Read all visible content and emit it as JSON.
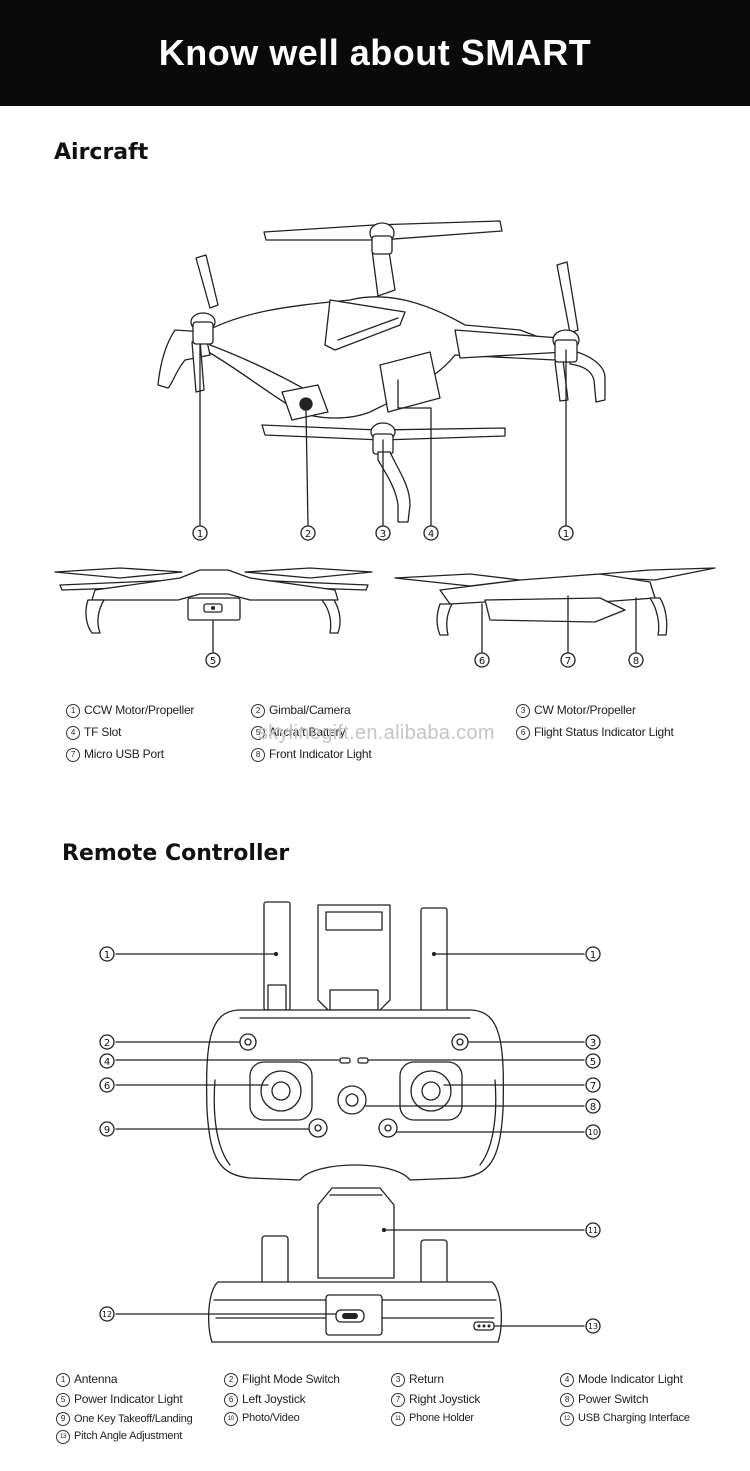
{
  "header": {
    "title": "Know well about SMART"
  },
  "aircraft": {
    "title": "Aircraft",
    "callouts": {
      "c1a": "1",
      "c2": "2",
      "c3": "3",
      "c4": "4",
      "c1b": "1",
      "c5": "5",
      "c6": "6",
      "c7": "7",
      "c8": "8"
    },
    "legend": [
      {
        "num": "1",
        "label": "CCW Motor/Propeller"
      },
      {
        "num": "2",
        "label": "Gimbal/Camera"
      },
      {
        "num": "3",
        "label": "CW Motor/Propeller"
      },
      {
        "num": "4",
        "label": "TF Slot"
      },
      {
        "num": "5",
        "label": "Aircraft Battery"
      },
      {
        "num": "6",
        "label": "Flight Status Indicator Light"
      },
      {
        "num": "7",
        "label": "Micro USB Port"
      },
      {
        "num": "8",
        "label": "Front Indicator Light"
      }
    ]
  },
  "watermark": "skylinegift.en.alibaba.com",
  "remote": {
    "title": "Remote Controller",
    "callouts": {
      "l1": "1",
      "r1": "1",
      "l2": "2",
      "r3": "3",
      "l4": "4",
      "r5": "5",
      "l6": "6",
      "r7": "7",
      "r8": "8",
      "l9": "9",
      "r10": "10",
      "r11": "11",
      "l12": "12",
      "r13": "13"
    },
    "legend": [
      {
        "num": "1",
        "label": "Antenna"
      },
      {
        "num": "2",
        "label": "Flight Mode Switch"
      },
      {
        "num": "3",
        "label": "Return"
      },
      {
        "num": "4",
        "label": "Mode Indicator Light"
      },
      {
        "num": "5",
        "label": "Power Indicator Light"
      },
      {
        "num": "6",
        "label": "Left Joystick"
      },
      {
        "num": "7",
        "label": "Right Joystick"
      },
      {
        "num": "8",
        "label": "Power Switch"
      },
      {
        "num": "9",
        "label": "One Key Takeoff/Landing"
      },
      {
        "num": "10",
        "label": "Photo/Video"
      },
      {
        "num": "11",
        "label": "Phone Holder"
      },
      {
        "num": "12",
        "label": "USB Charging Interface"
      },
      {
        "num": "13",
        "label": "Pitch Angle Adjustment"
      }
    ]
  }
}
